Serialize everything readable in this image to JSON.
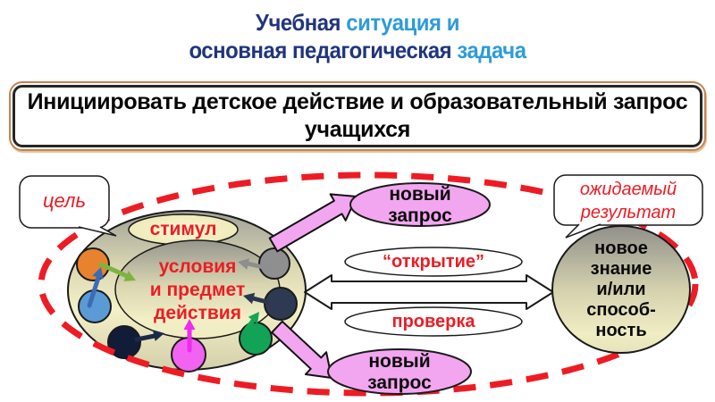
{
  "slide": {
    "title": {
      "line1_dark": "Учебная",
      "line1_light": " ситуация и",
      "line2_dark": "основная педагогическая",
      "line2_light": " задача"
    },
    "banner_text": "Инициировать детское действие и образовательный запрос учащихся"
  },
  "diagram": {
    "goal": "цель",
    "expected_result": "ожидаемый\nрезультат",
    "stimulus": "стимул",
    "conditions": "условия\nи предмет\nдействия",
    "new_request_top": "новый\nзапрос",
    "new_request_bottom": "новый\nзапрос",
    "discovery": "“открытие”",
    "check": "проверка",
    "new_knowledge": "новое\nзнание\nи/или\nспособ-\nность"
  },
  "colors": {
    "red": "#ed1c24",
    "title_dark": "#21357e",
    "title_light": "#2d9cd8",
    "pink": "#f3a6f0",
    "banner_border_outer": "#c9824e",
    "dots": {
      "orange": "#e8822e",
      "blue": "#5b9bd5",
      "navy_dark": "#111c38",
      "magenta": "#f263f2",
      "green": "#12a356",
      "slate": "#2e3a52",
      "gray": "#8f8f8f"
    }
  }
}
